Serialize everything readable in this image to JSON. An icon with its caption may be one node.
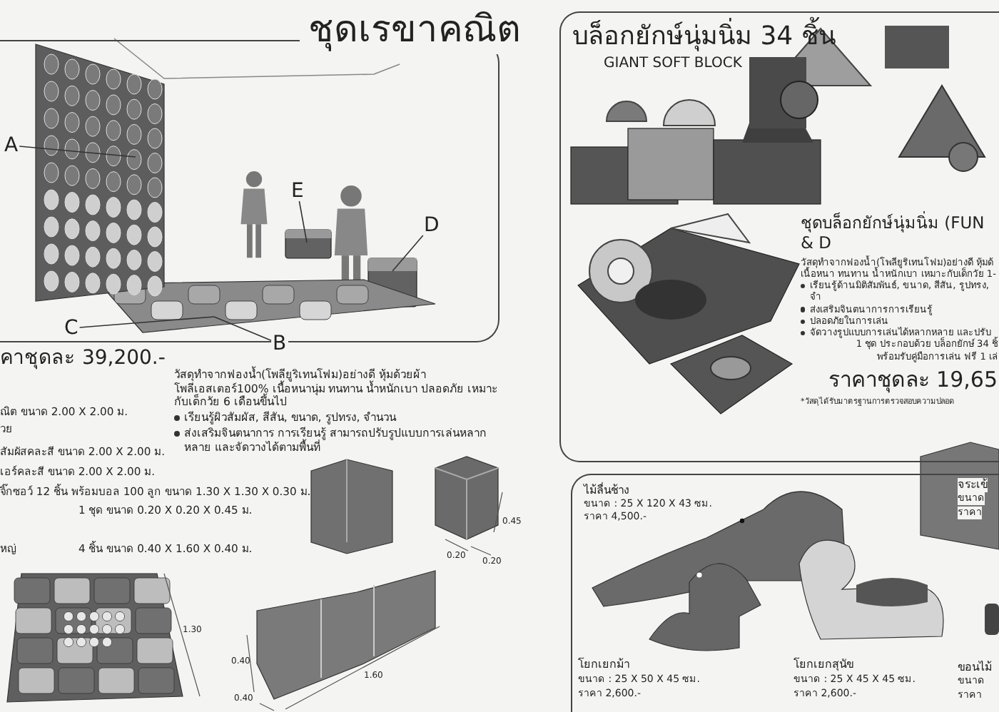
{
  "diagram": {
    "nodes": [
      {
        "text": [
          "ชุดเรขาคณิต"
        ]
      },
      {
        "text": [
          "A"
        ],
        "in": 0
      },
      {
        "text": [
          "B"
        ]
      },
      {
        "text": [
          "C"
        ],
        "in": 0
      },
      {
        "text": [
          "D"
        ],
        "in": 0
      },
      {
        "text": [
          "E"
        ],
        "in": 0
      },
      {
        "text": [
          "บล็อกยักษ์นุ่มนิ่ม 34 ชิ้น",
          "GIANT SOFT BLOCK",
          "ชุดบล็อกยักษ์นุ่มนิ่ม (FUN & D",
          "วัสดุทำจากฟองน้ำ(โพลียูริเทนโฟม)อย่างดี หุ้มด้ เนื้อหนา ทนทาน น้ำหนักเบา เหมาะกับเด็กวัย 1-",
          "เรียนรู้ด้านมิติสัมพันธ์, ขนาด, สีสัน, รูปทรง, จำ",
          "ส่งเสริมจินตนาการการเรียนรู้",
          "ปลอดภัยในการเล่น",
          "จัดวางรูปแบบการเล่นได้หลากหลาย และปรับ",
          "1 ชุด ประกอบด้วย บล็อกยักษ์ 34 ชิ้",
          "พร้อมรับคู่มือการเล่น ฟรี 1 เล่",
          "ราคาชุดละ 19,65",
          "*วัสดุได้รับมาตรฐานการตรวจสอบความปลอด"
        ]
      },
      {
        "text": [
          "ไม้ลื่นช้าง",
          "ขนาด : 25 X 120 X 43 ซม.",
          "ราคา 4,500.-",
          "โยกเยกม้า",
          "ขนาด : 25 X 50 X 45 ซม.",
          "ราคา 2,600.-",
          "โยกเยกสุนัข",
          "ขนาด : 25 X 45 X 45 ซม.",
          "ราคา 2,600.-",
          "จระเข้",
          "ขนาด",
          "ราคา",
          "ขอนไม้",
          "ขนาด",
          "ราคา"
        ]
      },
      {
        "text": [],
        "shape": "picture",
        "in": 0
      },
      {
        "text": [],
        "shape": "picture",
        "in": 0
      },
      {
        "text": [],
        "shape": "box",
        "in": 0
      },
      {
        "text": [],
        "shape": "box",
        "in": 0
      }
    ],
    "edges": [
      {
        "from": 1,
        "to": 8,
        "arrow": "none"
      },
      {
        "from": 2,
        "to": 9,
        "arrow": "none"
      },
      {
        "from": 3,
        "to": 9,
        "arrow": "none"
      },
      {
        "from": 4,
        "to": 10,
        "arrow": "none"
      },
      {
        "from": 5,
        "to": 11,
        "arrow": "none"
      }
    ],
    "labels": [
      "คาชุดละ 39,200.-",
      "วัสดุทำจากฟองน้ำ(โพลียูริเทนโฟม)อย่างดี หุ้มด้วยผ้าโพลีเอสเตอร์100% เนื้อหนานุ่ม ทนทาน น้ำหนักเบา ปลอดภัย เหมาะกับเด็กวัย 6 เดือนขึ้นไป",
      "เรียนรู้ผิวสัมผัส, สีสัน, ขนาด, รูปทรง, จำนวน",
      "ส่งเสริมจินตนาการ การเรียนรู้ สามารถปรับรูปแบบการเล่นหลากหลาย และจัดวางได้ตามพื้นที่",
      "ณิต ขนาด 2.00 X 2.00 ม.",
      "วย",
      "สัมผัสคละสี ขนาด 2.00 X 2.00 ม.",
      "เอร์คละสี ขนาด 2.00 X 2.00 ม.",
      "จิ๊กซอว์ 12 ชิ้น พร้อมบอล 100 ลูก ขนาด 1.30 X 1.30 X 0.30 ม.",
      "1 ชุด ขนาด 0.20 X 0.20 X 0.45 ม.",
      "หญ่",
      "4 ชิ้น ขนาด 0.40 X 1.60 X 0.40 ม.",
      "0.45",
      "0.20",
      "0.20",
      "1.30",
      "0.40",
      "1.60",
      "0.40"
    ]
  }
}
